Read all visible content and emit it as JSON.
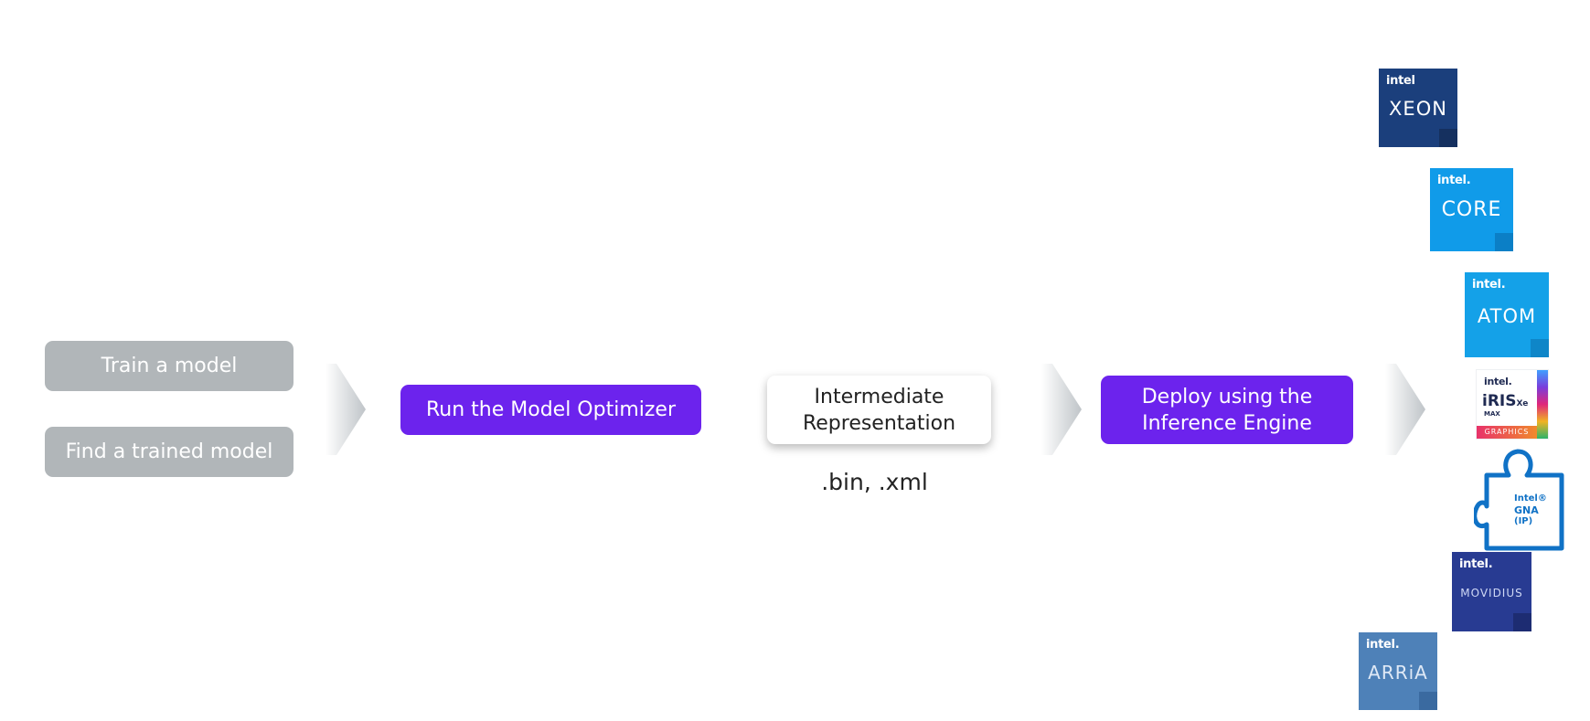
{
  "steps": {
    "train": "Train a model",
    "find": "Find a trained model",
    "optimizer": "Run the Model Optimizer",
    "ir": "Intermediate\nRepresentation",
    "ir_files": ".bin, .xml",
    "deploy": "Deploy using the\nInference Engine"
  },
  "devices": [
    {
      "brand": "intel",
      "product": "XEON",
      "color": "#1b3f7c"
    },
    {
      "brand": "intel.",
      "product": "CORE",
      "color": "#109be9"
    },
    {
      "brand": "intel.",
      "product": "ATOM",
      "color": "#14a1e8"
    },
    {
      "brand": "intel.",
      "product": "iRIS",
      "suffix": "Xe",
      "sub": "MAX",
      "band": "GRAPHICS",
      "color": "#ffffff"
    },
    {
      "brand": "Intel®",
      "product": "GNA",
      "sub": "(IP)",
      "color": "#1072c6"
    },
    {
      "brand": "intel.",
      "product": "MOVIDIUS",
      "color": "#283b92"
    },
    {
      "brand": "intel.",
      "product": "ARRiA",
      "color": "#4e81b8"
    }
  ],
  "colors": {
    "gray_box": "#b1b6b9",
    "purple_box": "#6c23ed",
    "chevron": "#c7ccd0"
  }
}
